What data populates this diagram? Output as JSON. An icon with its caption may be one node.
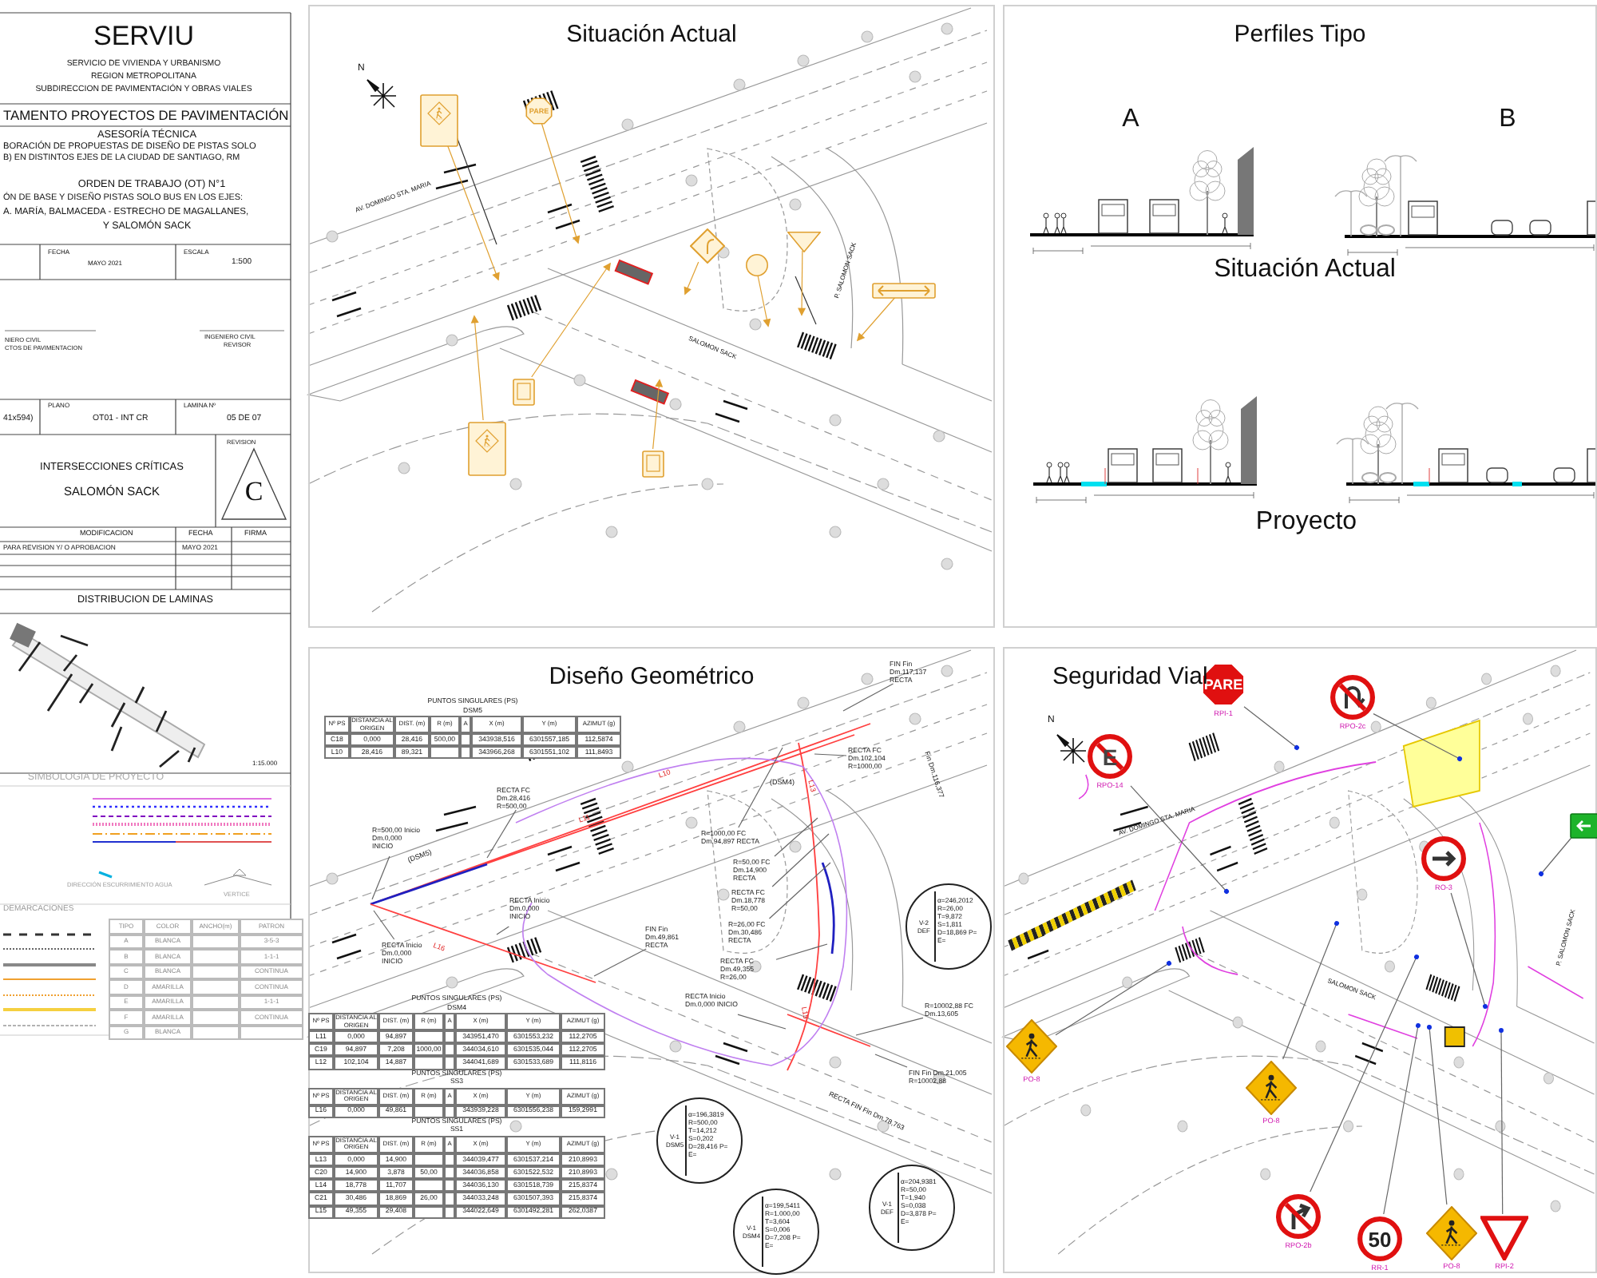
{
  "diagram": {
    "nodes": [
      {
        "text": [
          "C"
        ]
      },
      {
        "text": [
          "Situación Actual"
        ]
      },
      {
        "text": [],
        "shape": "box",
        "in": 1
      },
      {
        "text": [
          "PARE"
        ],
        "in": 1
      },
      {
        "text": [],
        "shape": "box",
        "in": 1
      },
      {
        "text": [],
        "shape": "box",
        "in": 1
      },
      {
        "text": [],
        "shape": "diamond",
        "in": 1
      },
      {
        "text": [],
        "shape": "circle",
        "in": 1
      },
      {
        "text": [],
        "shape": "triangle",
        "in": 1
      },
      {
        "text": [],
        "shape": "box",
        "in": 1
      },
      {
        "text": [],
        "shape": "box",
        "in": 1
      },
      {
        "text": [
          "Perfiles Tipo"
        ]
      },
      {
        "text": [
          "Diseño Geométrico"
        ]
      },
      {
        "text": [
          "V-2 DEF",
          "α=246,2012 R=26,00 T=9,872 S=1,811 D=18,869 P= E="
        ],
        "in": 12
      },
      {
        "text": [
          "V-1 DSM5",
          "α=196,3819 R=500,00 T=14,212 S=0,202 D=28,416 P= E="
        ],
        "in": 12
      },
      {
        "text": [
          "V-1 DSM4",
          "α=199,5411 R=1.000,00 T=3,604 S=0,006 D=7,208 P= E="
        ],
        "in": 12
      },
      {
        "text": [
          "V-1 DEF",
          "α=204,9381 R=50,00 T=1,940 S=0,038 D=3,878 P= E="
        ],
        "in": 12
      },
      {
        "text": [
          "R=500,00 Inicio Dm.0,000 INICIO"
        ],
        "in": 12
      },
      {
        "text": [
          "RECTA FC Dm.28,416 R=500,00"
        ],
        "in": 12
      },
      {
        "text": [
          "RECTA Inicio Dm.0,000 INICIO"
        ],
        "in": 12
      },
      {
        "text": [
          "RECTA Inicio Dm.0,000 INICIO"
        ],
        "in": 12
      },
      {
        "text": [
          "FIN Fin Dm.49,861 RECTA"
        ],
        "in": 12
      },
      {
        "text": [
          "R=1000,00 FC Dm.94,897 RECTA"
        ],
        "in": 12
      },
      {
        "text": [
          "R=50,00 FC Dm.14,900 RECTA"
        ],
        "in": 12
      },
      {
        "text": [
          "RECTA FC Dm.18,778 R=50,00"
        ],
        "in": 12
      },
      {
        "text": [
          "R=26,00 FC Dm.30,486 RECTA"
        ],
        "in": 12
      },
      {
        "text": [
          "RECTA FC Dm.49,355 R=26,00"
        ],
        "in": 12
      },
      {
        "text": [
          "RECTA Inicio Dm.0,000 INICIO"
        ],
        "in": 12
      },
      {
        "text": [
          "RECTA FC Dm.102,104 R=1000,00"
        ],
        "in": 12
      },
      {
        "text": [
          "FIN Fin Dm.117,137 RECTA"
        ],
        "in": 12
      },
      {
        "text": [
          "R=10002,88 FC Dm.13,605"
        ],
        "in": 12
      },
      {
        "text": [
          "FIN Fin Dm.21,005 R=10002,88"
        ],
        "in": 12
      },
      {
        "text": [
          "Seguridad Vial"
        ]
      },
      {
        "text": [
          "PARE"
        ],
        "beside": [
          "RPI-1"
        ],
        "in": 32
      },
      {
        "text": [],
        "shape": "circle",
        "beside": [
          "RPO-2c"
        ],
        "in": 32
      },
      {
        "text": [
          "E"
        ],
        "beside": [
          "RPO-14"
        ],
        "in": 32
      },
      {
        "text": [],
        "shape": "box",
        "in": 32
      },
      {
        "text": [],
        "shape": "circle",
        "beside": [
          "RO-3"
        ],
        "in": 32
      },
      {
        "text": [],
        "shape": "diamond",
        "beside": [
          "PO-8"
        ],
        "in": 32
      },
      {
        "text": [],
        "shape": "diamond",
        "beside": [
          "PO-8"
        ],
        "in": 32
      },
      {
        "text": [],
        "shape": "circle",
        "beside": [
          "RPO-2b"
        ],
        "in": 32
      },
      {
        "text": [
          "50"
        ],
        "beside": [
          "RR-1"
        ],
        "in": 32
      },
      {
        "text": [],
        "shape": "diamond",
        "beside": [
          "PO-8"
        ],
        "in": 32
      },
      {
        "text": [],
        "shape": "triangle",
        "beside": [
          "RPI-2"
        ],
        "in": 32
      }
    ],
    "edges": [
      {
        "from": 2,
        "to": null,
        "arrow": "to",
        "color": "#e0a030"
      },
      {
        "from": 3,
        "to": null,
        "arrow": "to",
        "color": "#e0a030"
      },
      {
        "from": 4,
        "to": null,
        "arrow": "to",
        "color": "#e0a030"
      },
      {
        "from": 5,
        "to": null,
        "arrow": "to",
        "color": "#e0a030"
      },
      {
        "from": 6,
        "to": null,
        "arrow": "to",
        "color": "#e0a030"
      },
      {
        "from": 7,
        "to": null,
        "arrow": "to",
        "color": "#e0a030"
      },
      {
        "from": 8,
        "to": null,
        "arrow": "to",
        "color": "#e0a030"
      },
      {
        "from": 9,
        "to": null,
        "arrow": "to",
        "color": "#e0a030"
      },
      {
        "from": 10,
        "to": null,
        "arrow": "to",
        "color": "#e0a030"
      },
      {
        "from": 17,
        "to": null,
        "arrow": "none"
      },
      {
        "from": 18,
        "to": null,
        "arrow": "none"
      },
      {
        "from": 19,
        "to": null,
        "arrow": "none"
      },
      {
        "from": 20,
        "to": null,
        "arrow": "none"
      },
      {
        "from": 21,
        "to": null,
        "arrow": "none"
      },
      {
        "from": 22,
        "to": null,
        "arrow": "none"
      },
      {
        "from": 23,
        "to": null,
        "arrow": "none"
      },
      {
        "from": 24,
        "to": null,
        "arrow": "none"
      },
      {
        "from": 25,
        "to": null,
        "arrow": "none"
      },
      {
        "from": 26,
        "to": null,
        "arrow": "none"
      },
      {
        "from": 27,
        "to": null,
        "arrow": "none"
      },
      {
        "from": 28,
        "to": null,
        "arrow": "none"
      },
      {
        "from": 29,
        "to": null,
        "arrow": "none"
      },
      {
        "from": 30,
        "to": null,
        "arrow": "none"
      },
      {
        "from": 31,
        "to": null,
        "arrow": "none"
      },
      {
        "from": 33,
        "to": null,
        "arrow": "other"
      },
      {
        "from": 34,
        "to": null,
        "arrow": "other"
      },
      {
        "from": 35,
        "to": null,
        "arrow": "other"
      },
      {
        "from": 36,
        "to": null,
        "arrow": "other"
      },
      {
        "from": 37,
        "to": null,
        "arrow": "other"
      },
      {
        "from": 38,
        "to": null,
        "arrow": "other"
      },
      {
        "from": 39,
        "to": null,
        "arrow": "other"
      },
      {
        "from": 40,
        "to": null,
        "arrow": "other"
      },
      {
        "from": 41,
        "to": null,
        "arrow": "other"
      },
      {
        "from": 42,
        "to": null,
        "arrow": "other"
      },
      {
        "from": 43,
        "to": null,
        "arrow": "other"
      }
    ],
    "labels": [
      "SERVIU",
      "SERVICIO DE VIVIENDA Y URBANISMO",
      "REGION METROPOLITANA",
      "SUBDIRECCION DE PAVIMENTACIÓN Y OBRAS VIALES",
      "TAMENTO PROYECTOS DE PAVIMENTACIÓN",
      "ASESORÍA TÉCNICA",
      "BORACIÓN DE PROPUESTAS DE DISEÑO DE PISTAS SOLO",
      "B) EN DISTINTOS EJES DE LA CIUDAD DE SANTIAGO, RM",
      "ORDEN DE TRABAJO (OT) N°1",
      "ÓN DE BASE Y DISEÑO PISTAS SOLO BUS EN LOS EJES:",
      "A. MARÍA, BALMACEDA - ESTRECHO DE MAGALLANES,",
      "Y SALOMÓN SACK",
      "FECHA",
      "MAYO 2021",
      "ESCALA",
      "1:500",
      "NIERO CIVIL",
      "CTOS DE PAVIMENTACION",
      "INGENIERO CIVIL",
      "REVISOR",
      "PLANO",
      "OT01 - INT CR",
      "LAMINA Nº",
      "05 DE 07",
      "41x594)",
      "REVISION",
      "INTERSECCIONES CRÍTICAS",
      "SALOMÓN SACK",
      "MODIFICACION",
      "FECHA",
      "FIRMA",
      "PARA REVISION Y/ O APROBACION",
      "MAYO 2021",
      "DISTRIBUCION DE LAMINAS",
      "1:15.000",
      "SIMBOLOGIA DE PROYECTO",
      "DIRECCIÓN ESCURRIMIENTO AGUA",
      "VERTICE",
      "DEMARCACIONES",
      "TIPO",
      "COLOR",
      "ANCHO(m)",
      "PATRON",
      "A",
      "BLANCA",
      "3-5-3",
      "B",
      "BLANCA",
      "1-1-1",
      "C",
      "BLANCA",
      "CONTINUA",
      "D",
      "AMARILLA",
      "CONTINUA",
      "E",
      "AMARILLA",
      "1-1-1",
      "F",
      "AMARILLA",
      "CONTINUA",
      "G",
      "BLANCA",
      "AV. DOMINGO STA. MARIA",
      "SALOMON SACK",
      "P. SALOMON SACK",
      "N",
      "A",
      "B",
      "Situación Actual",
      "Proyecto",
      "PUNTOS SINGULARES (PS)",
      "DSM5",
      "Nº PS",
      "DISTANCIA AL ORIGEN",
      "DIST. (m)",
      "R (m)",
      "A",
      "X (m)",
      "Y (m)",
      "AZIMUT (g)",
      "C18",
      "0,000",
      "28,416",
      "500,00",
      "343938,516",
      "6301557,185",
      "112,5874",
      "L10",
      "28,416",
      "89,321",
      "343966,268",
      "6301551,102",
      "111,8493",
      "PUNTOS SINGULARES (PS)",
      "DSM4",
      "Nº PS",
      "DISTANCIA AL ORIGEN",
      "DIST. (m)",
      "R (m)",
      "A",
      "X (m)",
      "Y (m)",
      "AZIMUT (g)",
      "L11",
      "0,000",
      "94,897",
      "343951,470",
      "6301553,232",
      "112,2705",
      "C19",
      "94,897",
      "7,208",
      "1000,00",
      "344034,610",
      "6301535,044",
      "112,2705",
      "L12",
      "102,104",
      "14,887",
      "344041,689",
      "6301533,689",
      "111,8116",
      "PUNTOS SINGULARES (PS)",
      "SS3",
      "Nº PS",
      "DISTANCIA AL ORIGEN",
      "DIST. (m)",
      "R (m)",
      "A",
      "X (m)",
      "Y (m)",
      "AZIMUT (g)",
      "L16",
      "0,000",
      "49,861",
      "343939,228",
      "6301556,238",
      "159,2991",
      "PUNTOS SINGULARES (PS)",
      "SS1",
      "Nº PS",
      "DISTANCIA AL ORIGEN",
      "DIST. (m)",
      "R (m)",
      "A",
      "X (m)",
      "Y (m)",
      "AZIMUT (g)",
      "L13",
      "0,000",
      "14,900",
      "344039,477",
      "6301537,214",
      "210,8993",
      "C20",
      "14,900",
      "3,878",
      "50,00",
      "344036,858",
      "6301522,532",
      "210,8993",
      "L14",
      "18,778",
      "11,707",
      "344036,130",
      "6301518,739",
      "215,8374",
      "C21",
      "30,486",
      "18,869",
      "26,00",
      "344033,248",
      "6301507,393",
      "215,8374",
      "L15",
      "49,355",
      "29,408",
      "344022,649",
      "6301492,281",
      "262,0387",
      "L10",
      "L11",
      "L16",
      "L13",
      "L15",
      "(DSM5)",
      "(DSM4)",
      "RECTA FIN Fin Dm.78,763",
      "Fin Dm.116,377",
      "AV. DOMINGO STA. MARIA",
      "SALOMON SACK",
      "P. SALOMON SACK",
      "N"
    ]
  }
}
